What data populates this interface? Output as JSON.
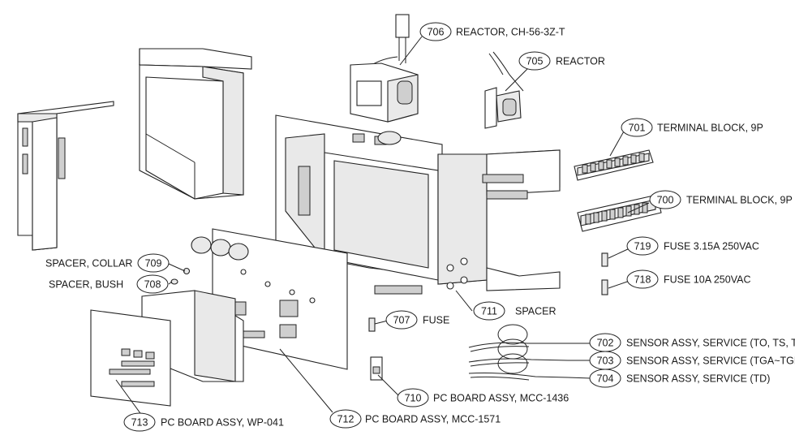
{
  "callouts": [
    {
      "id": "c706",
      "number": "706",
      "label": "REACTOR, CH-56-3Z-T"
    },
    {
      "id": "c705",
      "number": "705",
      "label": "REACTOR"
    },
    {
      "id": "c701",
      "number": "701",
      "label": "TERMINAL BLOCK, 9P"
    },
    {
      "id": "c700",
      "number": "700",
      "label": "TERMINAL BLOCK, 9P"
    },
    {
      "id": "c719",
      "number": "719",
      "label": "FUSE 3.15A 250VAC"
    },
    {
      "id": "c718",
      "number": "718",
      "label": "FUSE 10A 250VAC"
    },
    {
      "id": "c709",
      "number": "709",
      "label": "SPACER, COLLAR"
    },
    {
      "id": "c708",
      "number": "708",
      "label": "SPACER, BUSH"
    },
    {
      "id": "c707",
      "number": "707",
      "label": "FUSE"
    },
    {
      "id": "c711",
      "number": "711",
      "label": "SPACER"
    },
    {
      "id": "c702",
      "number": "702",
      "label": "SENSOR ASSY, SERVICE (TO, TS, TE)"
    },
    {
      "id": "c703",
      "number": "703",
      "label": "SENSOR ASSY, SERVICE (TGA~TGE)"
    },
    {
      "id": "c704",
      "number": "704",
      "label": "SENSOR ASSY, SERVICE (TD)"
    },
    {
      "id": "c710",
      "number": "710",
      "label": "PC BOARD ASSY, MCC-1436"
    },
    {
      "id": "c712",
      "number": "712",
      "label": "PC BOARD ASSY, MCC-1571"
    },
    {
      "id": "c713",
      "number": "713",
      "label": "PC BOARD ASSY, WP-041"
    }
  ]
}
